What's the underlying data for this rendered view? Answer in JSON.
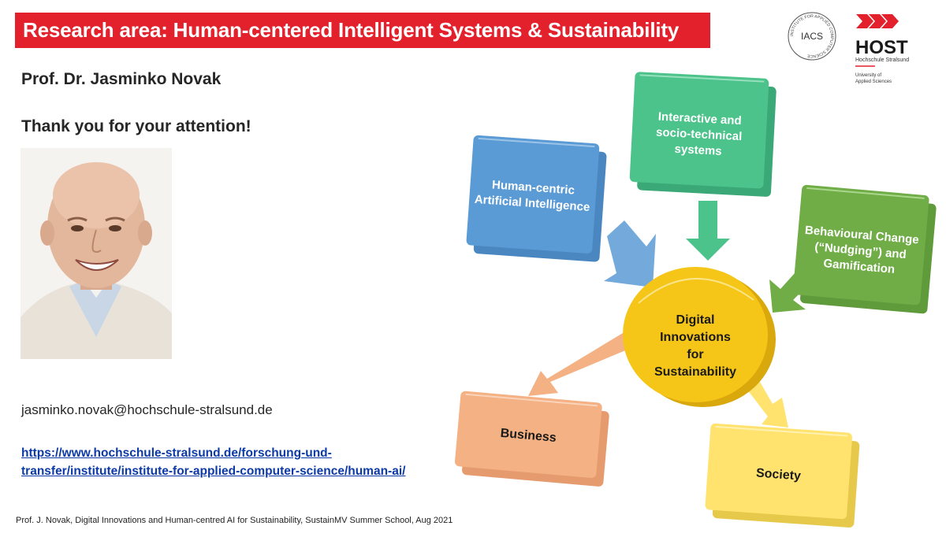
{
  "header": {
    "title": "Research area: Human-centered Intelligent Systems & Sustainability"
  },
  "logos": {
    "iacs_label": "IACS",
    "iacs_ring_text": "INSTITUTE FOR APPLIED COMPUTER SCIENCE",
    "host_label": "HOST",
    "host_sub": "Hochschule Stralsund",
    "host_sub2": "University of",
    "host_sub3": "Applied Sciences"
  },
  "presenter": {
    "name": "Prof. Dr. Jasminko Novak",
    "closing": "Thank you for your attention!",
    "email": "jasminko.novak@hochschule-stralsund.de",
    "url_line1": "https://www.hochschule-stralsund.de/forschung-und-",
    "url_line2": "transfer/institute/institute-for-applied-computer-science/human-ai/"
  },
  "diagram": {
    "center": [
      "Digital",
      "Innovations",
      "for",
      "Sustainability"
    ],
    "inputs": [
      {
        "lines": [
          "Human-centric",
          "Artificial Intelligence"
        ],
        "color": "#5b9bd5"
      },
      {
        "lines": [
          "Interactive and",
          "socio-technical",
          "systems"
        ],
        "color": "#4cc38a"
      },
      {
        "lines": [
          "Behavioural Change",
          "(“Nudging”) and",
          "Gamification"
        ],
        "color": "#70ad47"
      }
    ],
    "outputs": [
      {
        "label": "Business",
        "color": "#f4b183"
      },
      {
        "label": "Society",
        "color": "#ffe36e"
      }
    ],
    "center_color": "#f5c518"
  },
  "footer": {
    "text": "Prof. J. Novak, Digital Innovations and Human-centred AI for Sustainability, SustainMV Summer School, Aug 2021"
  }
}
